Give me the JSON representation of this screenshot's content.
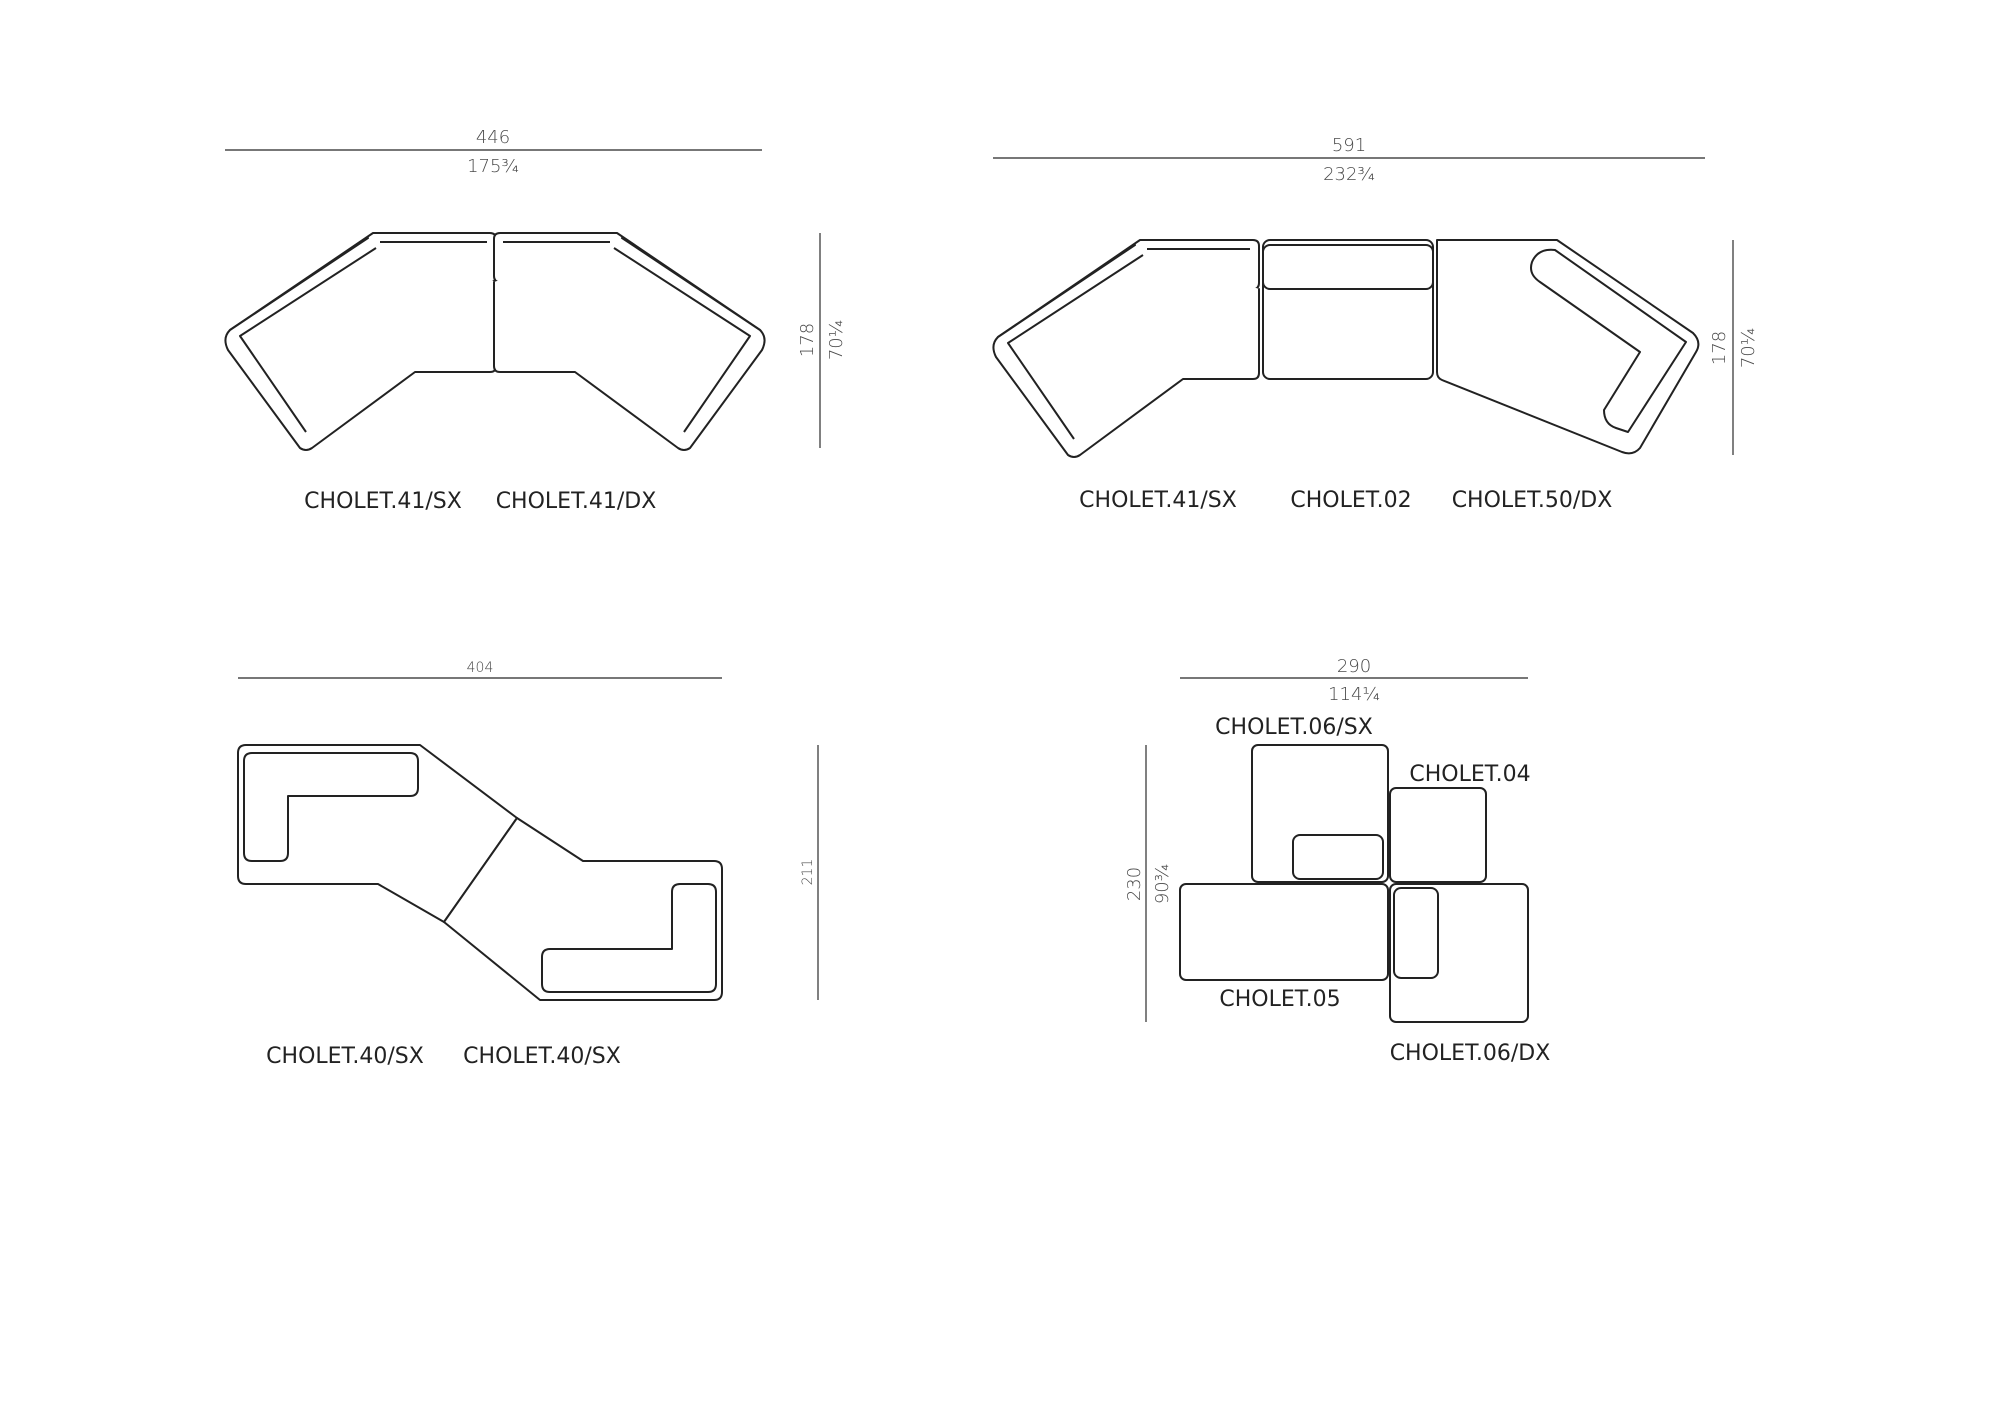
{
  "layouts": [
    {
      "id": "layout-1",
      "width_cm": "446",
      "width_in": "175¾",
      "depth_cm": "178",
      "depth_in": "70¼",
      "modules": [
        "CHOLET.41/SX",
        "CHOLET.41/DX"
      ]
    },
    {
      "id": "layout-2",
      "width_cm": "591",
      "width_in": "232¾",
      "depth_cm": "178",
      "depth_in": "70¼",
      "modules": [
        "CHOLET.41/SX",
        "CHOLET.02",
        "CHOLET.50/DX"
      ]
    },
    {
      "id": "layout-3",
      "width_cm": "404",
      "depth_cm": "211",
      "modules": [
        "CHOLET.40/SX",
        "CHOLET.40/SX"
      ]
    },
    {
      "id": "layout-4",
      "width_cm": "290",
      "width_in": "114¼",
      "depth_cm": "230",
      "depth_in": "90¾",
      "modules": [
        "CHOLET.06/SX",
        "CHOLET.04",
        "CHOLET.05",
        "CHOLET.06/DX"
      ]
    }
  ]
}
